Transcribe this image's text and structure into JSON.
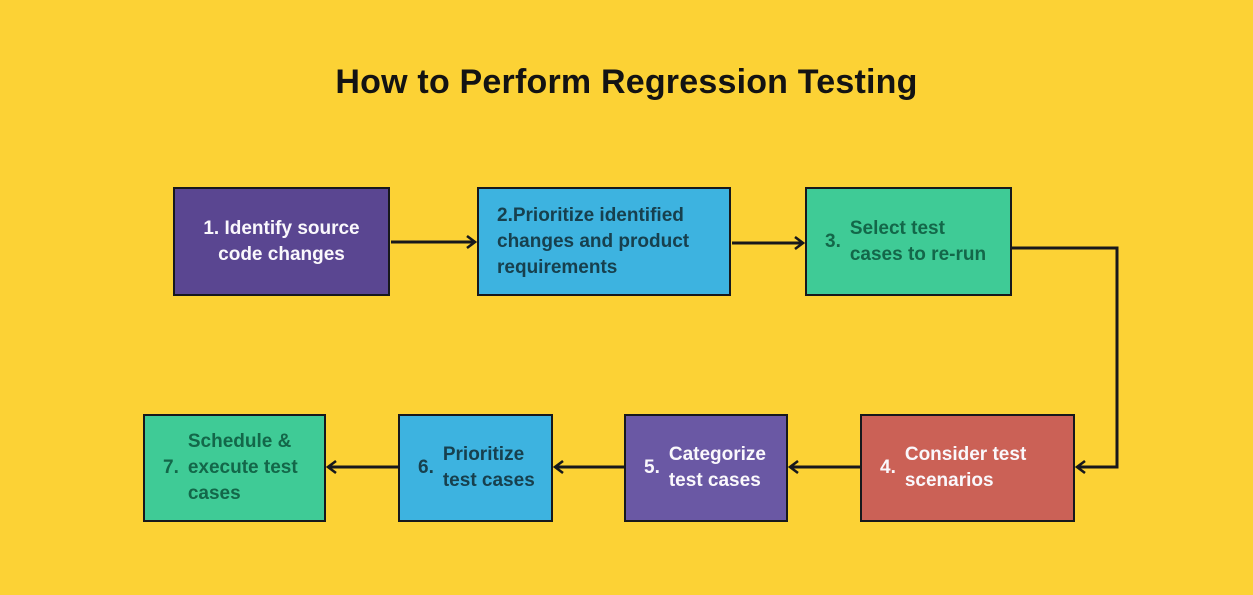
{
  "title": "How to Perform Regression Testing",
  "colors": {
    "background": "#fcd235",
    "title_text": "#131313",
    "border": "#17181c",
    "arrow": "#17181c",
    "text_light": "#faf8fc",
    "text_navy": "#17404e",
    "text_green": "#136749"
  },
  "steps": [
    {
      "num": "1.",
      "label": "1. Identify source code changes",
      "bg": "#5a4691",
      "fg": "#faf8fc"
    },
    {
      "num": "2.",
      "label": "2.Prioritize identified changes and product requirements",
      "bg": "#3db3e0",
      "fg": "#17404e"
    },
    {
      "num": "3.",
      "label": "Select test cases to re-run",
      "bg": "#3fcb96",
      "fg": "#136749"
    },
    {
      "num": "4.",
      "label": "Consider test scenarios",
      "bg": "#cb6156",
      "fg": "#faf8fc"
    },
    {
      "num": "5.",
      "label": "Categorize test cases",
      "bg": "#6a58a4",
      "fg": "#faf8fc"
    },
    {
      "num": "6.",
      "label": "Prioritize test cases",
      "bg": "#3db3e0",
      "fg": "#17404e"
    },
    {
      "num": "7.",
      "label": "Schedule & execute test cases",
      "bg": "#3fcb96",
      "fg": "#136749"
    }
  ],
  "flow": {
    "connections": [
      "step1-to-step2",
      "step2-to-step3",
      "step3-to-step4",
      "step4-to-step5",
      "step5-to-step6",
      "step6-to-step7"
    ]
  }
}
